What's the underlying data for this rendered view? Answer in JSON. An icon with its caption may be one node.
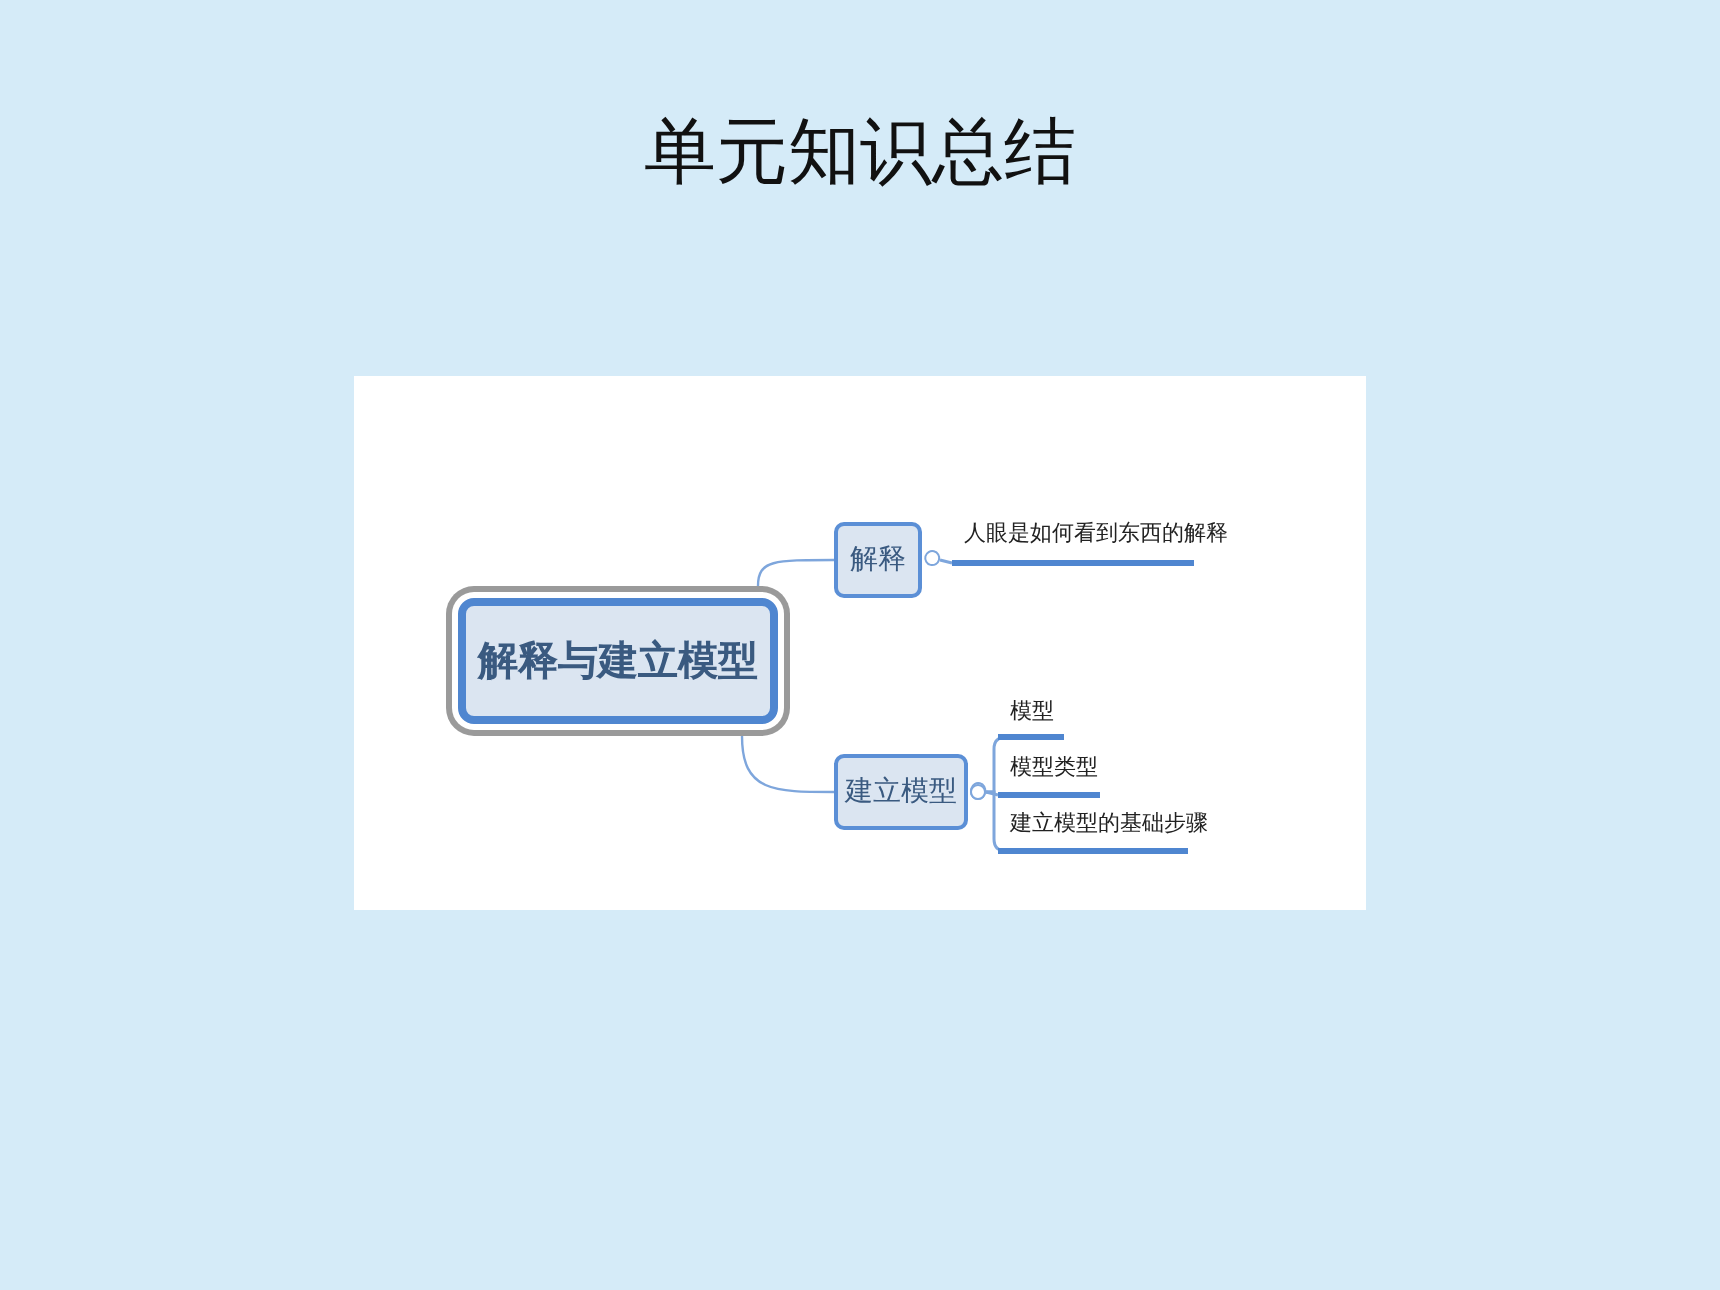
{
  "diagram": {
    "title": "单元知识总结",
    "nodes": [
      {
        "text": [
          "解释与建立模型"
        ]
      },
      {
        "text": [
          "解释"
        ]
      },
      {
        "text": [
          "建立模型"
        ]
      },
      {
        "text": [
          "人眼是如何看到东西的解释"
        ]
      },
      {
        "text": [
          "模型"
        ]
      },
      {
        "text": [
          "模型类型"
        ]
      },
      {
        "text": [
          "建立模型的基础步骤"
        ]
      }
    ],
    "edges": [
      {
        "from": 0,
        "to": 1,
        "arrow": "none"
      },
      {
        "from": 0,
        "to": 2,
        "arrow": "none"
      },
      {
        "from": 1,
        "to": 3,
        "arrow": "other"
      },
      {
        "from": 2,
        "to": 4,
        "arrow": "other"
      },
      {
        "from": 2,
        "to": 5,
        "arrow": "other"
      },
      {
        "from": 2,
        "to": 6,
        "arrow": "other"
      }
    ]
  }
}
